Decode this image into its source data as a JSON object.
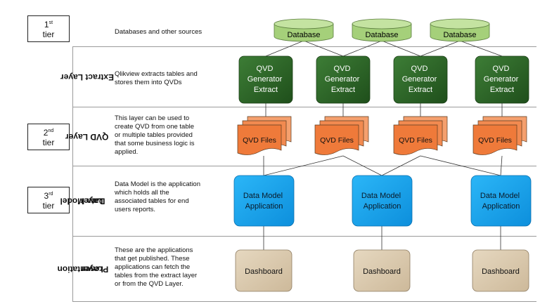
{
  "tiers": [
    {
      "num": "1",
      "sup": "st",
      "word": "tier"
    },
    {
      "num": "2",
      "sup": "nd",
      "word": "tier"
    },
    {
      "num": "3",
      "sup": "rd",
      "word": "tier"
    }
  ],
  "layers": [
    {
      "label_lines": [
        "Extract Layer"
      ]
    },
    {
      "label_lines": [
        "QVD Layer"
      ]
    },
    {
      "label_lines": [
        "Data Model",
        "Layer"
      ]
    },
    {
      "label_lines": [
        "Presentation",
        "Layer"
      ]
    }
  ],
  "descriptions": {
    "sources": [
      "Databases and other sources"
    ],
    "extract": [
      "Qlikview extracts tables and",
      "stores them into QVDs"
    ],
    "qvd": [
      "This layer can be used to",
      "create QVD from one table",
      "or multiple tables provided",
      "that some business logic is",
      "applied."
    ],
    "datamodel": [
      "Data Model is the application",
      "which holds all the",
      "associated tables for end",
      "users reports."
    ],
    "presentation": [
      "These are the applications",
      "that get published. These",
      "applications can fetch the",
      "tables from the extract layer",
      "or from the QVD Layer."
    ]
  },
  "nodes": {
    "database": {
      "label": "Database",
      "count": 3
    },
    "extract": {
      "label_lines": [
        "QVD",
        "Generator",
        "Extract"
      ],
      "count": 4
    },
    "qvd": {
      "label": "QVD Files",
      "count": 4
    },
    "datamodel": {
      "label_lines": [
        "Data Model",
        "Application"
      ],
      "count": 3
    },
    "dashboard": {
      "label": "Dashboard",
      "count": 3
    }
  },
  "colors": {
    "database_fill": "#a5d07a",
    "extract_fill": "#2f6b2a",
    "qvd_fill": "#ef7a3a",
    "datamodel_fill": "#1aa3ef",
    "dashboard_fill": "#dccbb0",
    "separator": "#9a9a9a"
  }
}
